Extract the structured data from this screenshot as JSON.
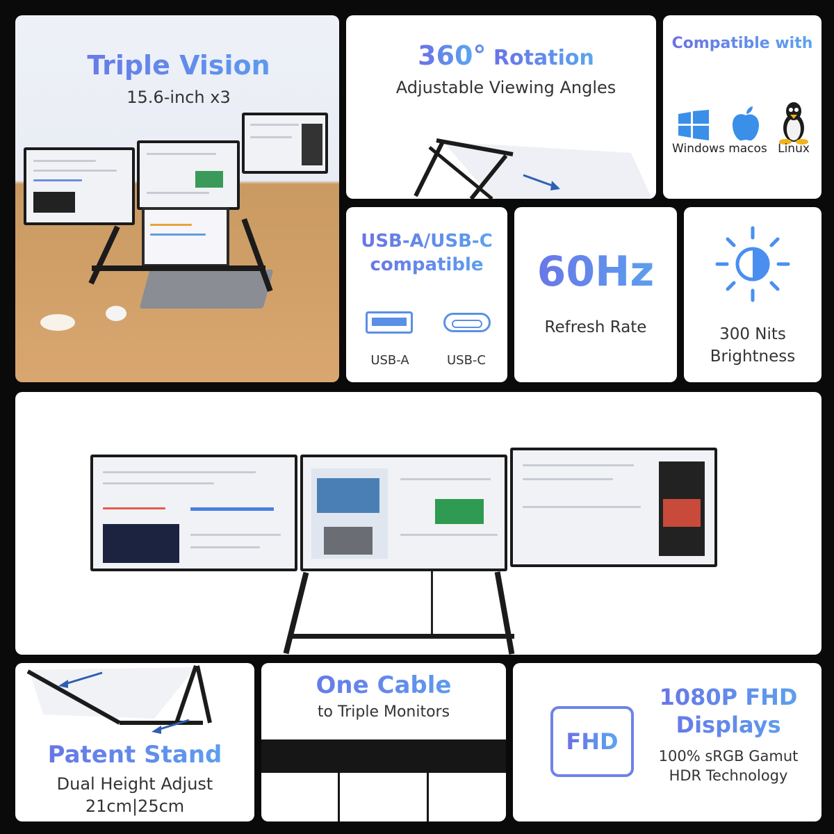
{
  "triple_vision": {
    "title": "Triple Vision",
    "subtitle": "15.6-inch x3"
  },
  "rotation": {
    "title_main": "360",
    "degree": "°",
    "title_rest": " Rotation",
    "subtitle": "Adjustable Viewing Angles"
  },
  "compat": {
    "title": "Compatible with",
    "os": [
      {
        "label": "Windows",
        "icon": "windows-icon"
      },
      {
        "label": "macos",
        "icon": "apple-icon"
      },
      {
        "label": "Linux",
        "icon": "linux-icon"
      }
    ]
  },
  "usb": {
    "title_line1": "USB-A/USB-C",
    "title_line2": "compatible",
    "ports": [
      {
        "label": "USB-A",
        "icon": "usb-a-icon"
      },
      {
        "label": "USB-C",
        "icon": "usb-c-icon"
      }
    ]
  },
  "refresh": {
    "value": "60Hz",
    "label": "Refresh Rate"
  },
  "brightness": {
    "line1": "300 Nits",
    "line2": "Brightness",
    "icon": "brightness-icon"
  },
  "patent": {
    "title": "Patent Stand",
    "line1": "Dual Height Adjust",
    "line2": "21cm|25cm"
  },
  "cable": {
    "title": "One Cable",
    "subtitle": "to Triple Monitors"
  },
  "fhd": {
    "badge": "FHD",
    "title_line1": "1080P FHD",
    "title_line2": "Displays",
    "line1": "100% sRGB Gamut",
    "line2": "HDR Technology"
  },
  "colors": {
    "accent_purple": "#6b6fe6",
    "accent_blue": "#4f8ff0",
    "background": "#0a0a0a"
  }
}
